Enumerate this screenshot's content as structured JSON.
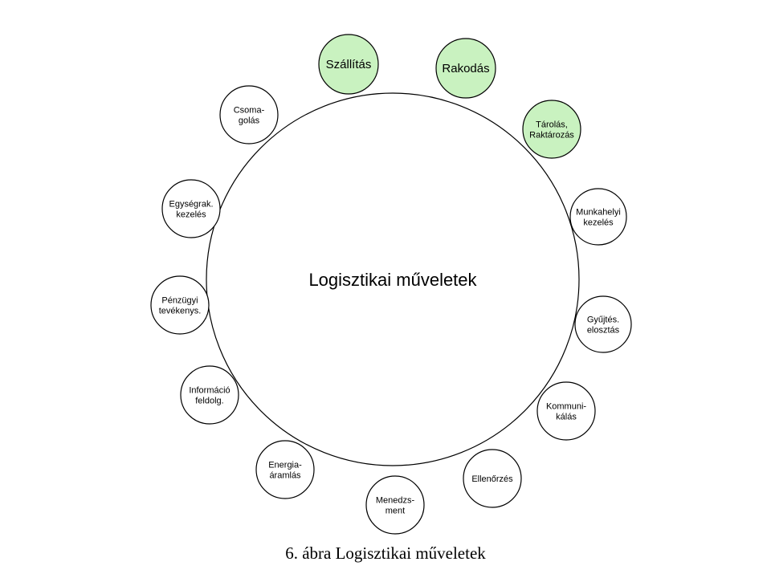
{
  "diagram": {
    "center_label": "Logisztikai műveletek",
    "highlight_color": "#c9f2c0",
    "plain_color": "#ffffff",
    "stroke_color": "#000000",
    "nodes": [
      {
        "id": "szallitas",
        "lines": [
          "Szállítás"
        ],
        "highlighted": true
      },
      {
        "id": "rakodas",
        "lines": [
          "Rakodás"
        ],
        "highlighted": true
      },
      {
        "id": "tarolas",
        "lines": [
          "Tárolás,",
          "Raktározás"
        ],
        "highlighted": true
      },
      {
        "id": "munkahelyi",
        "lines": [
          "Munkahelyi",
          "kezelés"
        ],
        "highlighted": false
      },
      {
        "id": "gyujtes",
        "lines": [
          "Gyűjtés.",
          "elosztás"
        ],
        "highlighted": false
      },
      {
        "id": "kommunikalas",
        "lines": [
          "Kommuni-",
          "kálás"
        ],
        "highlighted": false
      },
      {
        "id": "ellenorzes",
        "lines": [
          "Ellenőrzés"
        ],
        "highlighted": false
      },
      {
        "id": "menedzsment",
        "lines": [
          "Menedzs-",
          "ment"
        ],
        "highlighted": false
      },
      {
        "id": "energia",
        "lines": [
          "Energia-",
          "áramlás"
        ],
        "highlighted": false
      },
      {
        "id": "informacio",
        "lines": [
          "Információ",
          "feldolg."
        ],
        "highlighted": false
      },
      {
        "id": "penzugyi",
        "lines": [
          "Pénzügyi",
          "tevékenys."
        ],
        "highlighted": false
      },
      {
        "id": "egysegrak",
        "lines": [
          "Egységrak.",
          "kezelés"
        ],
        "highlighted": false
      },
      {
        "id": "csomagolas",
        "lines": [
          "Csoma-",
          "golás"
        ],
        "highlighted": false
      }
    ]
  },
  "caption": "6. ábra Logisztikai műveletek"
}
